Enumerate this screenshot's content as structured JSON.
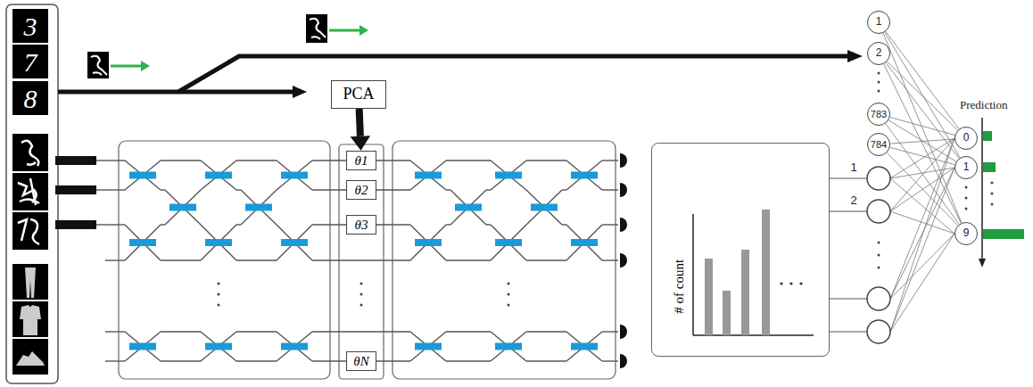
{
  "diagram": {
    "nodes": [
      {
        "text": [
          "PCA"
        ]
      },
      {
        "text": [
          "θ1"
        ]
      },
      {
        "text": [
          "θ2"
        ]
      },
      {
        "text": [
          "θ3"
        ]
      },
      {
        "text": [
          "θN"
        ]
      },
      {
        "text": [
          "# of count"
        ]
      },
      {
        "text": [
          "1"
        ]
      },
      {
        "text": [
          "2"
        ]
      },
      {
        "text": [
          "783"
        ]
      },
      {
        "text": [
          "784"
        ]
      },
      {
        "text": [
          "0"
        ]
      },
      {
        "text": [
          "1"
        ]
      },
      {
        "text": [
          "9"
        ]
      }
    ],
    "edges": [
      {
        "from": 0,
        "to": 1,
        "arrow": "to"
      },
      {
        "from": 6,
        "to": 10,
        "arrow": "none"
      },
      {
        "from": 6,
        "to": 11,
        "arrow": "none"
      },
      {
        "from": 6,
        "to": 12,
        "arrow": "none"
      },
      {
        "from": 7,
        "to": 10,
        "arrow": "none"
      },
      {
        "from": 7,
        "to": 11,
        "arrow": "none"
      },
      {
        "from": 7,
        "to": 12,
        "arrow": "none"
      },
      {
        "from": 8,
        "to": 10,
        "arrow": "none"
      },
      {
        "from": 8,
        "to": 11,
        "arrow": "none"
      },
      {
        "from": 8,
        "to": 12,
        "arrow": "none"
      },
      {
        "from": 9,
        "to": 10,
        "arrow": "none"
      },
      {
        "from": 9,
        "to": 11,
        "arrow": "none"
      },
      {
        "from": 9,
        "to": 12,
        "arrow": "none"
      }
    ],
    "labels": [
      "3",
      "7",
      "8",
      "1",
      "2",
      "Prediction"
    ]
  }
}
